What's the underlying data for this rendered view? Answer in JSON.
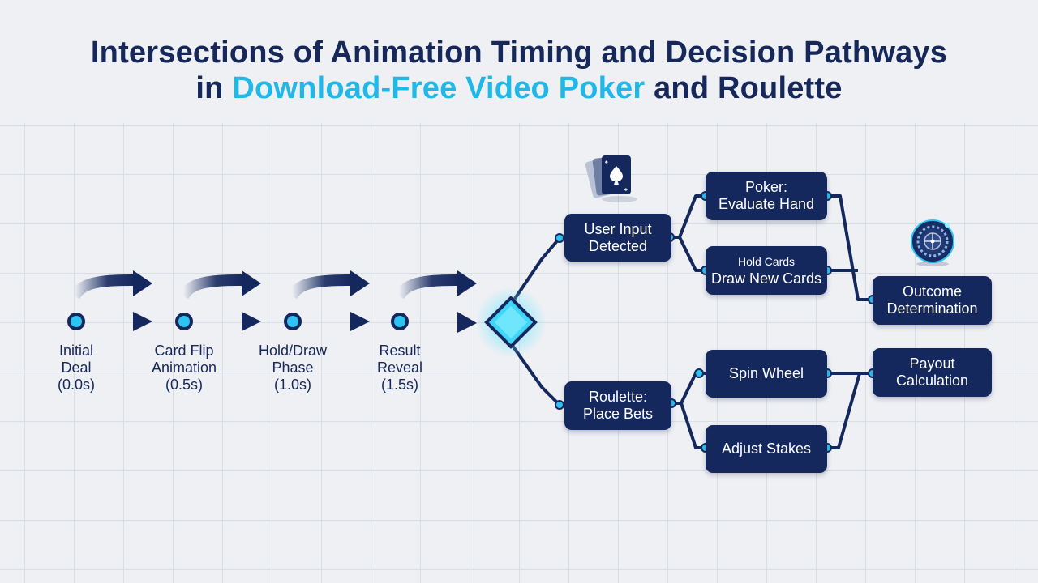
{
  "title": {
    "line1": "Intersections of Animation Timing and Decision Pathways",
    "line2_prefix": "in ",
    "line2_highlight": "Download-Free Video Poker",
    "line2_suffix": " and Roulette"
  },
  "colors": {
    "navy": "#15285e",
    "accent": "#1fb8e8",
    "background": "#eef0f4"
  },
  "timeline": [
    {
      "line1": "Initial",
      "line2": "Deal",
      "time": "(0.0s)"
    },
    {
      "line1": "Card Flip",
      "line2": "Animation",
      "time": "(0.5s)"
    },
    {
      "line1": "Hold/Draw",
      "line2": "Phase",
      "time": "(1.0s)"
    },
    {
      "line1": "Result",
      "line2": "Reveal",
      "time": "(1.5s)"
    }
  ],
  "nodes": {
    "user_input": {
      "line1": "User Input",
      "line2": "Detected"
    },
    "poker_evaluate": {
      "line1": "Poker:",
      "line2": "Evaluate Hand"
    },
    "hold_cards": {
      "line1": "Hold Cards",
      "line2": "Draw New Cards"
    },
    "outcome": {
      "line1": "Outcome",
      "line2": "Determination"
    },
    "roulette_bets": {
      "line1": "Roulette:",
      "line2": "Place Bets"
    },
    "spin_wheel": {
      "line1": "Spin Wheel"
    },
    "adjust_stakes": {
      "line1": "Adjust Stakes"
    },
    "payout": {
      "line1": "Payout",
      "line2": "Calculation"
    }
  },
  "icons": {
    "card": "spade-card-icon",
    "wheel": "roulette-wheel-icon",
    "decision": "decision-diamond-icon"
  }
}
